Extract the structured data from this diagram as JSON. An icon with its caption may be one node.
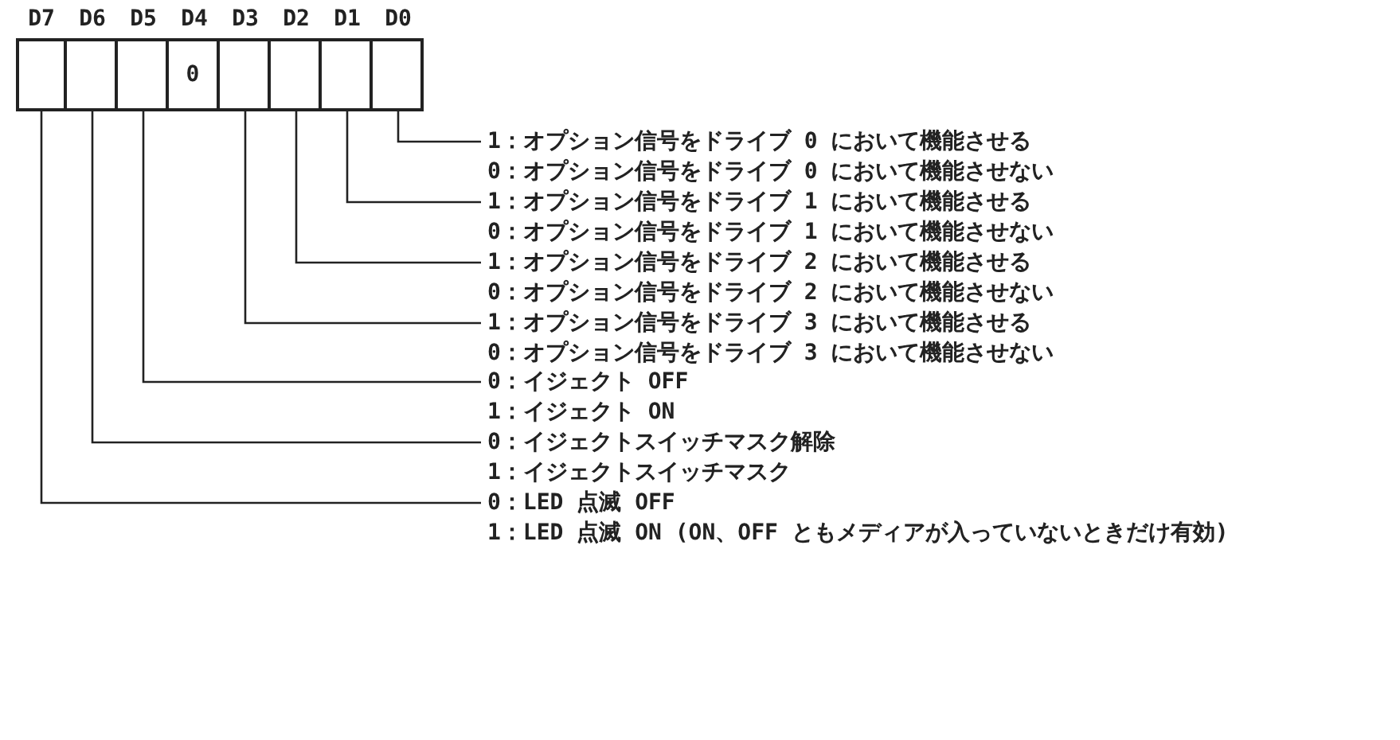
{
  "diagram": {
    "nodes": [
      {
        "text": [
          "D7"
        ]
      },
      {
        "text": [
          "D6"
        ]
      },
      {
        "text": [
          "D5"
        ]
      },
      {
        "text": [
          "D4",
          "0"
        ]
      },
      {
        "text": [
          "D3"
        ]
      },
      {
        "text": [
          "D2"
        ]
      },
      {
        "text": [
          "D1"
        ]
      },
      {
        "text": [
          "D0"
        ]
      },
      {
        "text": [
          "1：オプション信号をドライブ 0 において機能させる",
          "0：オプション信号をドライブ 0 において機能させない"
        ]
      },
      {
        "text": [
          "1：オプション信号をドライブ 1 において機能させる",
          "0：オプション信号をドライブ 1 において機能させない"
        ]
      },
      {
        "text": [
          "1：オプション信号をドライブ 2 において機能させる",
          "0：オプション信号をドライブ 2 において機能させない"
        ]
      },
      {
        "text": [
          "1：オプション信号をドライブ 3 において機能させる",
          "0：オプション信号をドライブ 3 において機能させない"
        ]
      },
      {
        "text": [
          "0：イジェクト OFF",
          "1：イジェクト ON"
        ]
      },
      {
        "text": [
          "0：イジェクトスイッチマスク解除",
          "1：イジェクトスイッチマスク"
        ]
      },
      {
        "text": [
          "0：LED 点滅 OFF",
          "1：LED 点滅 ON (ON、OFF ともメディアが入っていないときだけ有効)"
        ]
      }
    ],
    "edges": [
      {
        "from": 7,
        "to": 8,
        "arrow": "none"
      },
      {
        "from": 6,
        "to": 9,
        "arrow": "none"
      },
      {
        "from": 5,
        "to": 10,
        "arrow": "none"
      },
      {
        "from": 4,
        "to": 11,
        "arrow": "none"
      },
      {
        "from": 2,
        "to": 12,
        "arrow": "none"
      },
      {
        "from": 1,
        "to": 13,
        "arrow": "none"
      },
      {
        "from": 0,
        "to": 14,
        "arrow": "none"
      }
    ]
  }
}
